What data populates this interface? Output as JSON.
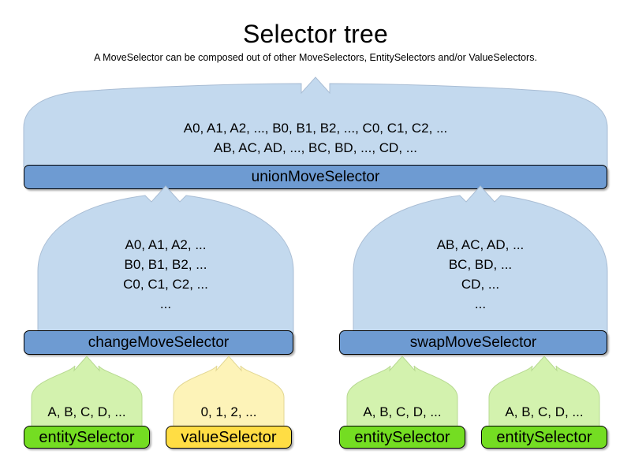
{
  "header": {
    "title": "Selector tree",
    "subtitle": "A MoveSelector can be composed out of other MoveSelectors, EntitySelectors and/or ValueSelectors."
  },
  "colors": {
    "move_selector_bar": "#6e9bd2",
    "move_selector_dome": "#c3d9ee",
    "entity_selector_bar": "#74dd22",
    "entity_selector_dome": "#d3f2ae",
    "value_selector_bar": "#ffdd44",
    "value_selector_dome": "#fdf3b8",
    "outline": "#000000",
    "background": "#ffffff"
  },
  "nodes": {
    "union": {
      "label": "unionMoveSelector",
      "contents": "A0, A1, A2, ..., B0, B1, B2, ..., C0, C1, C2, ...\nAB, AC, AD, ..., BC, BD, ..., CD, ...",
      "kind": "moveSelector"
    },
    "change": {
      "label": "changeMoveSelector",
      "contents": "A0, A1, A2, ...\nB0, B1, B2, ...\nC0, C1, C2, ...\n...",
      "kind": "moveSelector"
    },
    "swap": {
      "label": "swapMoveSelector",
      "contents": "AB, AC, AD, ...\nBC, BD, ...\nCD, ...\n...",
      "kind": "moveSelector"
    },
    "leaf1": {
      "label": "entitySelector",
      "contents": "A, B, C, D, ...",
      "kind": "entitySelector"
    },
    "leaf2": {
      "label": "valueSelector",
      "contents": "0, 1, 2, ...",
      "kind": "valueSelector"
    },
    "leaf3": {
      "label": "entitySelector",
      "contents": "A, B, C, D, ...",
      "kind": "entitySelector"
    },
    "leaf4": {
      "label": "entitySelector",
      "contents": "A, B, C, D, ...",
      "kind": "entitySelector"
    }
  }
}
